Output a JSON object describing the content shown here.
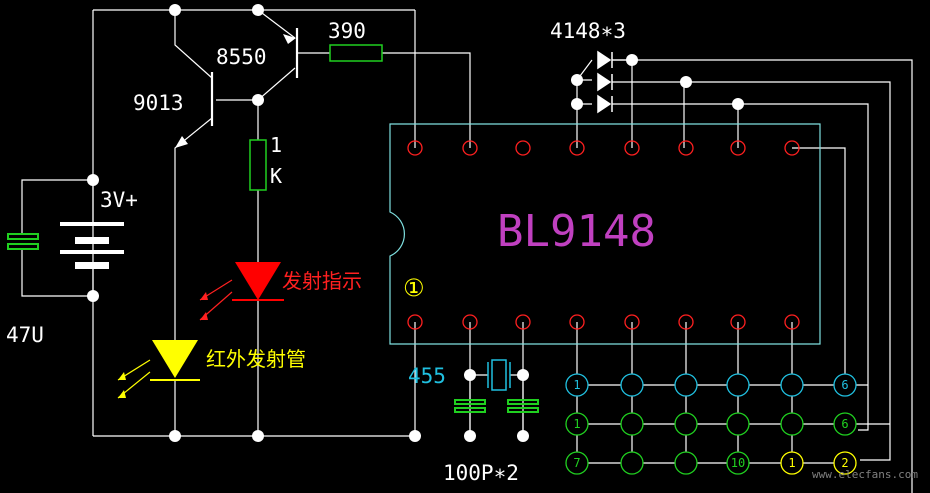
{
  "labels": {
    "r_390": "390",
    "t_8550": "8550",
    "t_9013": "9013",
    "r_1k_a": "1",
    "r_1k_b": "K",
    "battery": "3V+",
    "cap_47u": "47U",
    "diodes": "4148∗3",
    "ic_name": "BL9148",
    "pin1": "①",
    "led_red": "发射指示",
    "led_ir": "红外发射管",
    "crystal": "455",
    "caps_100p": "100P∗2",
    "watermark": "www.elecfans.com"
  },
  "keypad": {
    "row1": [
      "1",
      "",
      "",
      "",
      "",
      "6"
    ],
    "row2": [
      "1",
      "",
      "",
      "",
      "",
      "6"
    ],
    "row3": [
      "7",
      "",
      "",
      "10",
      "1",
      "2"
    ]
  },
  "colors": {
    "wire": "#ffffff",
    "ic_outline": "#7fe0e0",
    "pin": "#ff2020",
    "ic_text": "#c040c0",
    "resistor": "#20d020",
    "led_red": "#ff0000",
    "led_ir": "#ffff00",
    "keypad_row1": "#20c0e0",
    "keypad_row2": "#20d020",
    "keypad_row3": "#20d020",
    "pin1_mark": "#ffff00",
    "crystal": "#20c0e0"
  }
}
